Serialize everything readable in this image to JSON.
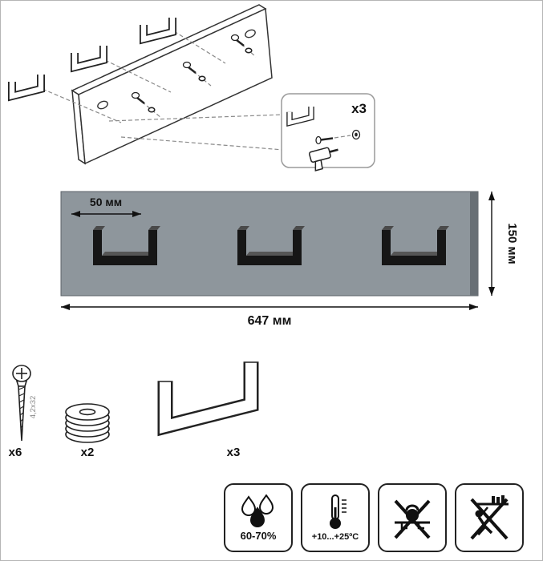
{
  "exploded_view": {
    "callout_count": "x3"
  },
  "front_view": {
    "offset_label": "50 мм",
    "height_label": "150 мм",
    "width_label": "647 мм"
  },
  "parts": {
    "screw_size": "4,2x32",
    "screw_count": "x6",
    "washer_count": "x2",
    "hook_count": "x3"
  },
  "care": {
    "humidity": "60-70%",
    "temperature": "+10...+25ºC"
  },
  "colors": {
    "board_gray": "#8e969c",
    "board_edge": "#686f75",
    "hook_black": "#161616"
  }
}
